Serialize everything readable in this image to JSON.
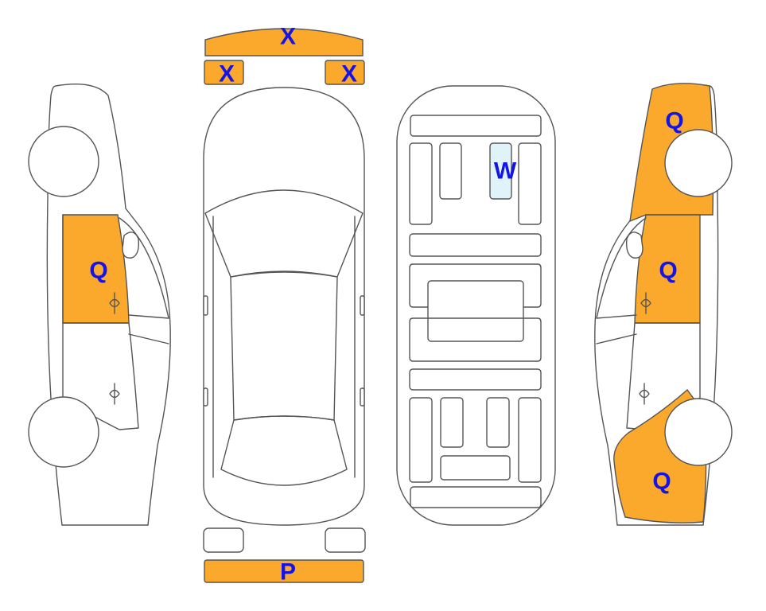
{
  "colors": {
    "damage": "#FBA92C",
    "glass": "#DFF3F8",
    "label": "#1414E6",
    "outline": "#555555"
  },
  "front_bumper": {
    "label": "X"
  },
  "front_left_light": {
    "label": "X"
  },
  "front_right_light": {
    "label": "X"
  },
  "rear_bumper": {
    "label": "P"
  },
  "left_side": {
    "front_door_label": "Q"
  },
  "interior": {
    "front_seat_label": "W"
  },
  "right_side": {
    "front_fender_label": "Q",
    "front_door_label": "Q",
    "rear_quarter_label": "Q"
  }
}
